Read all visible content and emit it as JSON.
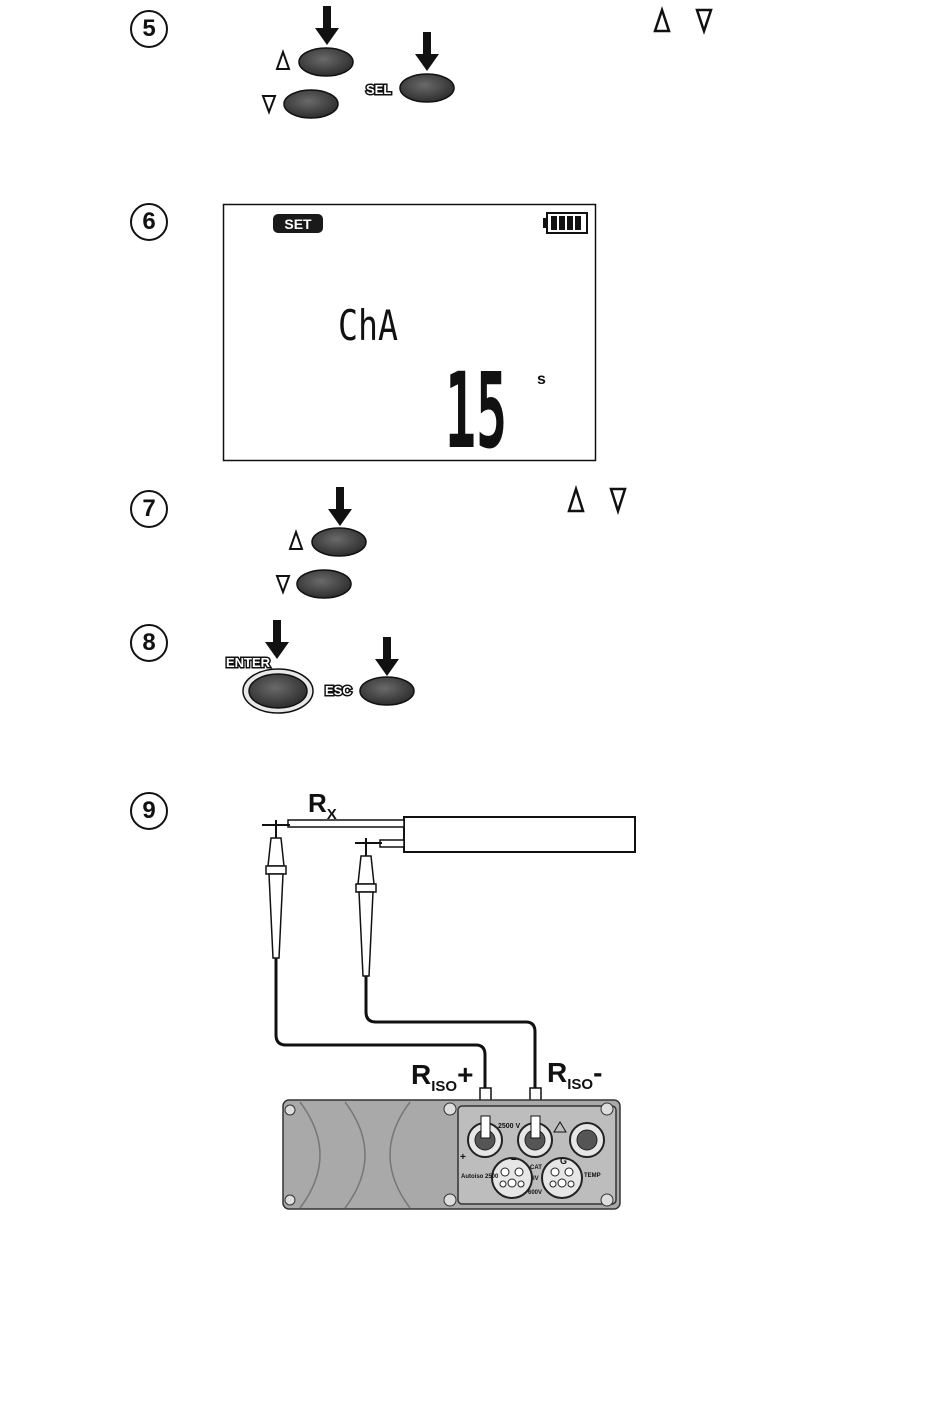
{
  "steps": [
    "5",
    "6",
    "7",
    "8",
    "9"
  ],
  "buttons": {
    "sel": "SEL",
    "enter": "ENTER",
    "esc": "ESC"
  },
  "lcd": {
    "mode_badge": "SET",
    "parameter": "ChA",
    "value": "15",
    "unit": "s"
  },
  "diagram": {
    "rx_main": "R",
    "rx_sub": "X",
    "riso_plus_main": "R",
    "riso_plus_sub": "ISO",
    "riso_plus_sign": "+",
    "riso_minus_main": "R",
    "riso_minus_sub": "ISO",
    "riso_minus_sign": "-",
    "voltage_label": "2500 V",
    "cat_label": "CAT",
    "cat_roman": "IV",
    "cat_voltage": "600V",
    "guard_label": "G",
    "temp_label": "TEMP",
    "model_label": "Autoiso 2500",
    "minus_label": "–",
    "plus_label": "+"
  },
  "icons": [
    "up-arrow-icon",
    "down-arrow-icon",
    "press-arrow-icon",
    "battery-icon"
  ]
}
